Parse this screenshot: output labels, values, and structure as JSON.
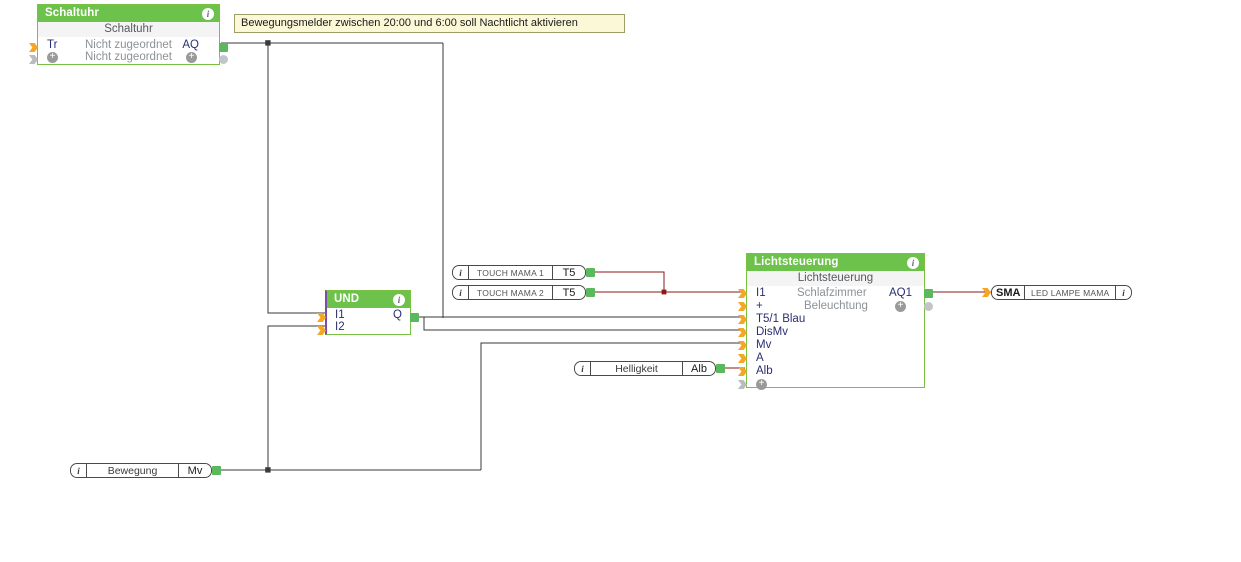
{
  "comment": {
    "text": "Bewegungsmelder zwischen 20:00 und 6:00 soll Nachtlicht aktivieren"
  },
  "blocks": {
    "schaltuhr": {
      "title": "Schaltuhr",
      "subtitle": "Schaltuhr",
      "info_icon": "info-icon",
      "rows": [
        {
          "in": "Tr",
          "mid": "Nicht zugeordnet",
          "out": "AQ"
        },
        {
          "in": "plus-icon",
          "mid": "Nicht zugeordnet",
          "out": "plus-icon"
        }
      ]
    },
    "und": {
      "title": "UND",
      "info_icon": "info-icon",
      "inputs": [
        "I1",
        "I2"
      ],
      "outputs": [
        "Q"
      ]
    },
    "lichtsteuerung": {
      "title": "Lichtsteuerung",
      "subtitle": "Lichtsteuerung",
      "info_icon": "info-icon",
      "inputs": [
        "I1",
        "+",
        "T5/1 Blau",
        "DisMv",
        "Mv",
        "A",
        "Alb"
      ],
      "mid_labels": [
        "Schlafzimmer",
        "Beleuchtung"
      ],
      "outputs": [
        "AQ1"
      ]
    }
  },
  "io_tags": {
    "touch1": {
      "icon": "info-icon",
      "name": "TOUCH MAMA 1",
      "port": "T5"
    },
    "touch2": {
      "icon": "info-icon",
      "name": "TOUCH MAMA 2",
      "port": "T5"
    },
    "helligkeit": {
      "icon": "info-icon",
      "name": "Helligkeit",
      "port": "Alb"
    },
    "bewegung": {
      "icon": "info-icon",
      "name": "Bewegung",
      "port": "Mv"
    },
    "sma": {
      "icon": "info-icon",
      "name": "LED LAMPE MAMA",
      "port": "SMA"
    }
  },
  "colors": {
    "block_header_green": "#6cc24a",
    "block_border_green": "#7ac143",
    "input_connector_orange": "#f5a623",
    "output_connector_green": "#5cb85c",
    "wire_dark": "#3a3a3a",
    "wire_red": "#8b1a1a",
    "comment_bg": "#fbf8d8",
    "comment_border": "#9d9d6a"
  }
}
